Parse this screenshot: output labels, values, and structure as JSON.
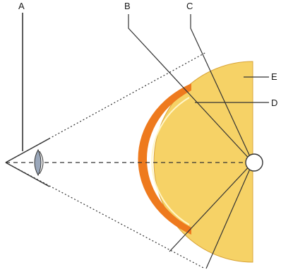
{
  "labels": {
    "a": "A",
    "b": "B",
    "c": "C",
    "d": "D",
    "e": "E"
  },
  "colors": {
    "outer_shell": "#f6d266",
    "inner_fill": "#ffe690",
    "orange_band": "#ee7a1e",
    "highlight_line": "#fff6c8",
    "line": "#333333",
    "eye_shading": "#9aa7ba"
  }
}
